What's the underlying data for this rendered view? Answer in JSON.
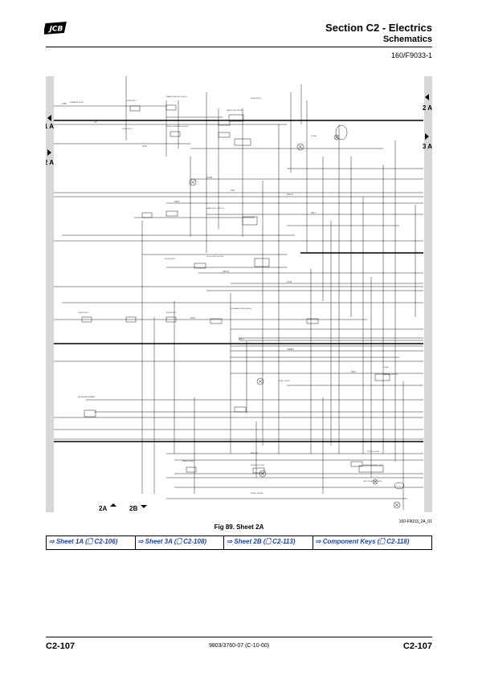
{
  "header": {
    "brand": "JCB",
    "section_title": "Section C2 - Electrics",
    "section_subtitle": "Schematics",
    "figure_id": "160/F9033-1"
  },
  "schematic": {
    "connectors": {
      "left_top": "1 A",
      "left_bottom": "2 A",
      "right_top": "2 A",
      "right_bottom": "3 A",
      "bottom_a": "2A",
      "bottom_b": "2B"
    },
    "component_labels": [
      "SPEAKER FUSE",
      "FUSE BOX 2",
      "FUSE BOX 3",
      "REAR WORKING LIGHTS",
      "FRONT WORKING LIGHTS",
      "HEADLIGHT RELAY",
      "HEADLIGHT SWITCH",
      "FOG LIGHT SWITCH",
      "FORWARD DRIVE RELAY",
      "FUSE BOX B",
      "FUSE BOX C",
      "FUSE BOX D",
      "FUSE BOX E",
      "HORN",
      "WORK LIGHTS",
      "RIGHT WORKING LIGHT",
      "LEFT WORKING LIGHT",
      "BEACON",
      "SIDE LIGHTS",
      "HAZARD SWITCH",
      "REVERSING ALARM",
      "INTERIOR LIGHT",
      "REAR WIPER",
      "FRONT WIPER",
      "DIODE"
    ],
    "wire_codes": [
      "4 RB",
      "8 P",
      "16 W",
      "62 RW",
      "79 N",
      "101 LG",
      "150 R",
      "196 Y",
      "240 GU",
      "411 B",
      "514 U",
      "622 O",
      "708 BW",
      "815 G"
    ]
  },
  "figure": {
    "ref": "160-F9033_2A_01",
    "caption": "Fig 89. Sheet 2A"
  },
  "links": [
    {
      "label": "Sheet 1A",
      "ref": "C2-106"
    },
    {
      "label": "Sheet 3A",
      "ref": "C2-108"
    },
    {
      "label": "Sheet 2B",
      "ref": "C2-113"
    },
    {
      "label": "Component Keys",
      "ref": "C2-118"
    }
  ],
  "footer": {
    "page_left": "C2-107",
    "doc_number": "9803/3760-07 (C-10-00)",
    "page_right": "C2-107"
  }
}
